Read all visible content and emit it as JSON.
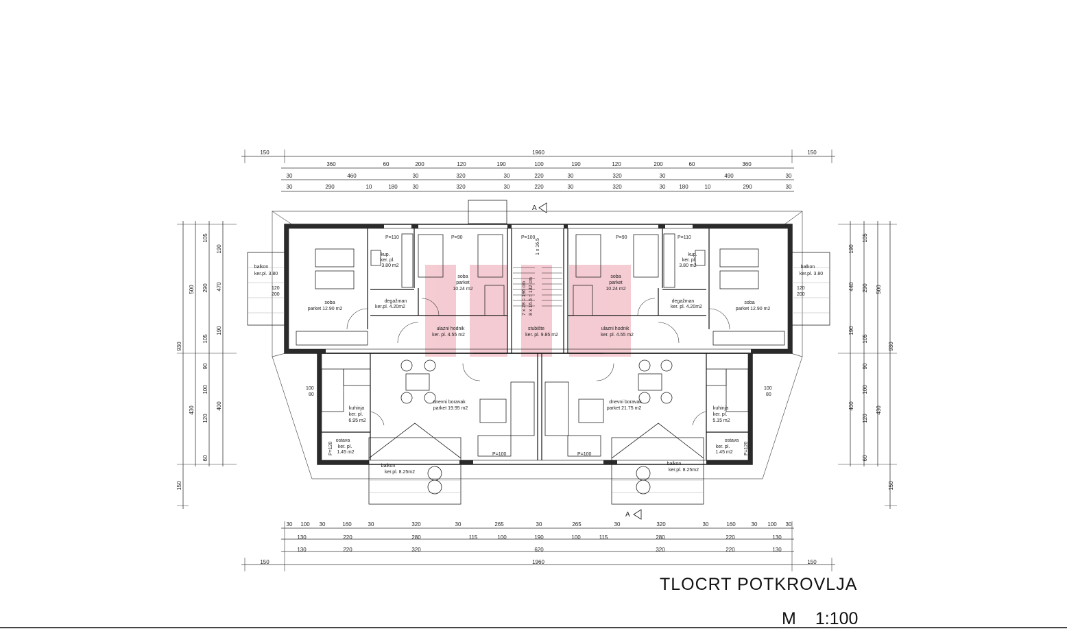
{
  "title": "TLOCRT  POTKROVLJA",
  "scale": {
    "prefix": "M",
    "value": "1:100"
  },
  "section_marker": "A",
  "dimensions": {
    "top_row1": [
      "150",
      "1960",
      "150"
    ],
    "top_row2": [
      "360",
      "60",
      "200",
      "120",
      "190",
      "100",
      "190",
      "120",
      "200",
      "60",
      "360"
    ],
    "top_row3": [
      "30",
      "460",
      "30",
      "320",
      "30",
      "220",
      "30",
      "320",
      "30",
      "490",
      "30"
    ],
    "top_row4": [
      "30",
      "290",
      "10",
      "180",
      "30",
      "320",
      "30",
      "220",
      "30",
      "320",
      "30",
      "180",
      "10",
      "290",
      "30"
    ],
    "bottom_row1": [
      "30",
      "100",
      "30",
      "160",
      "30",
      "320",
      "30",
      "265",
      "30",
      "265",
      "30",
      "320",
      "30",
      "160",
      "30",
      "100",
      "30"
    ],
    "bottom_row2": [
      "130",
      "220",
      "280",
      "115",
      "100",
      "190",
      "100",
      "115",
      "280",
      "220",
      "130"
    ],
    "bottom_row3": [
      "130",
      "220",
      "320",
      "620",
      "320",
      "220",
      "130"
    ],
    "bottom_row4": [
      "150",
      "1960",
      "150"
    ],
    "left_outer": [
      "930",
      "150"
    ],
    "left_mid": [
      "500",
      "430"
    ],
    "left_inner": [
      "105",
      "290",
      "105",
      "90",
      "100",
      "120",
      "60"
    ],
    "left_inner2": [
      "190",
      "470",
      "190",
      "400"
    ],
    "right_outer": [
      "930",
      "150"
    ],
    "right_mid": [
      "500",
      "430"
    ],
    "right_inner": [
      "105",
      "290",
      "105",
      "90",
      "100",
      "120",
      "60"
    ],
    "right_inner2": [
      "190",
      "440",
      "190",
      "400"
    ]
  },
  "rooms": {
    "balkon_left": {
      "name": "balkon",
      "area": "ker.pl. 3.80"
    },
    "soba_left": {
      "name": "soba",
      "area": "parket 12.90 m2"
    },
    "kup_left": {
      "name": "kup.",
      "area1": "ker. pl.",
      "area2": "3.80 m2"
    },
    "degazman_left": {
      "name": "degažman",
      "area": "ker.pl. 4.20m2"
    },
    "soba2_left": {
      "name": "soba",
      "area1": "parket",
      "area2": "10.24 m2"
    },
    "ulazni_left": {
      "name": "ulazni hodnik",
      "area": "ker. pl. 4.55 m2"
    },
    "stubiste": {
      "name": "stubište",
      "area": "ker. pl. 9.85 m2"
    },
    "soba2_right": {
      "name": "soba",
      "area1": "parket",
      "area2": "10.24 m2"
    },
    "ulazni_right": {
      "name": "ulazni hodnik",
      "area": "ker. pl. 4.55 m2"
    },
    "degazman_right": {
      "name": "degažman",
      "area": "ker. pl. 4.20m2"
    },
    "kup_right": {
      "name": "kup.",
      "area1": "ker. pl.",
      "area2": "3.80 m2"
    },
    "soba_right": {
      "name": "soba",
      "area": "parket 12.90 m2"
    },
    "balkon_right": {
      "name": "balkon",
      "area": "ker.pl. 3.80"
    },
    "kuhinja_left": {
      "name": "kuhinja",
      "area1": "ker. pl.",
      "area2": "6.95 m2"
    },
    "dnevni_left": {
      "name": "dnevni boravak",
      "area": "parket 19.95 m2"
    },
    "dnevni_right": {
      "name": "dnevni boravak",
      "area": "parket 21.75 m2"
    },
    "kuhinja_right": {
      "name": "kuhinja",
      "area1": "ker. pl.",
      "area2": "5.15 m2"
    },
    "ostava_left": {
      "name": "ostava",
      "area1": "ker. pl.",
      "area2": "1.45 m2"
    },
    "ostava_right": {
      "name": "ostava",
      "area1": "ker. pl.",
      "area2": "1.45 m2"
    },
    "balkon_b_left": {
      "name": "balkon",
      "area": "ker.pl. 8.25m2"
    },
    "balkon_b_right": {
      "name": "balkon",
      "area": "ker.pl. 8.25m2"
    }
  },
  "annotations": {
    "p90_l": "P=90",
    "p100": "P=100",
    "p90_r": "P=90",
    "p110_l": "P=110",
    "p110_r": "P=110",
    "p120_l": "P=120",
    "p120_r": "P=120",
    "p100_bl": "P=100",
    "p100_br": "P=100",
    "stair1": "1 x 16.5",
    "stair2": "8 x 16.5 = 132 cm",
    "stair3": "7 x 28 = 196 cm",
    "win_120_200_l": "120",
    "win_200_l": "200",
    "win_120_200_r": "120",
    "win_200_r": "200",
    "win_100_80_l": "100",
    "win_80_l": "80",
    "win_100_80_r": "100",
    "win_80_r": "80"
  }
}
